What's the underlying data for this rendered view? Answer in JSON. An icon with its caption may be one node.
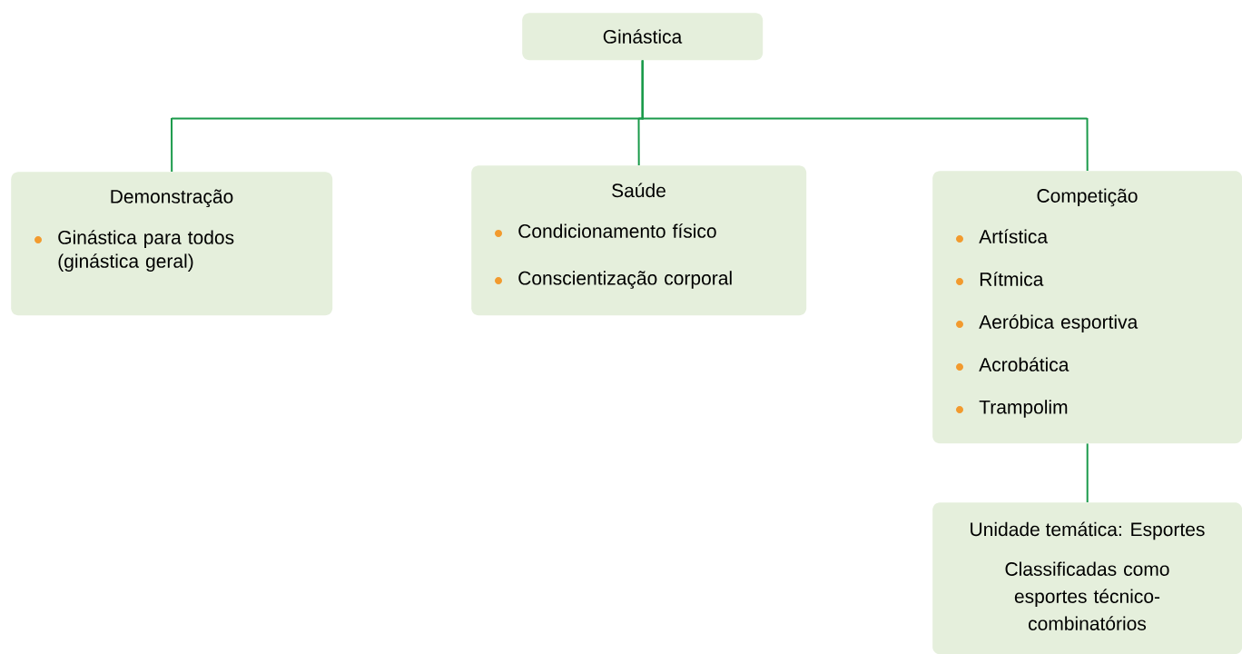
{
  "diagram": {
    "nodes": [
      {
        "text": [
          "Ginástica"
        ]
      },
      {
        "text": [
          "Demonstração",
          "Ginástica para todos (ginástica geral)"
        ]
      },
      {
        "text": [
          "Saúde",
          "Condicionamento físico",
          "Conscientização corporal"
        ]
      },
      {
        "text": [
          "Competição",
          "Artística",
          "Rítmica",
          "Aeróbica esportiva",
          "Acrobática",
          "Trampolim"
        ]
      },
      {
        "text": [
          "Unidade temática: Esportes",
          "Classificadas como esportes técnico-combinatórios"
        ]
      }
    ],
    "edges": [
      {
        "from": 0,
        "to": 1,
        "arrow": "none"
      },
      {
        "from": 0,
        "to": 2,
        "arrow": "none"
      },
      {
        "from": 0,
        "to": 3,
        "arrow": "none"
      },
      {
        "from": 3,
        "to": 4,
        "arrow": "none"
      }
    ]
  }
}
